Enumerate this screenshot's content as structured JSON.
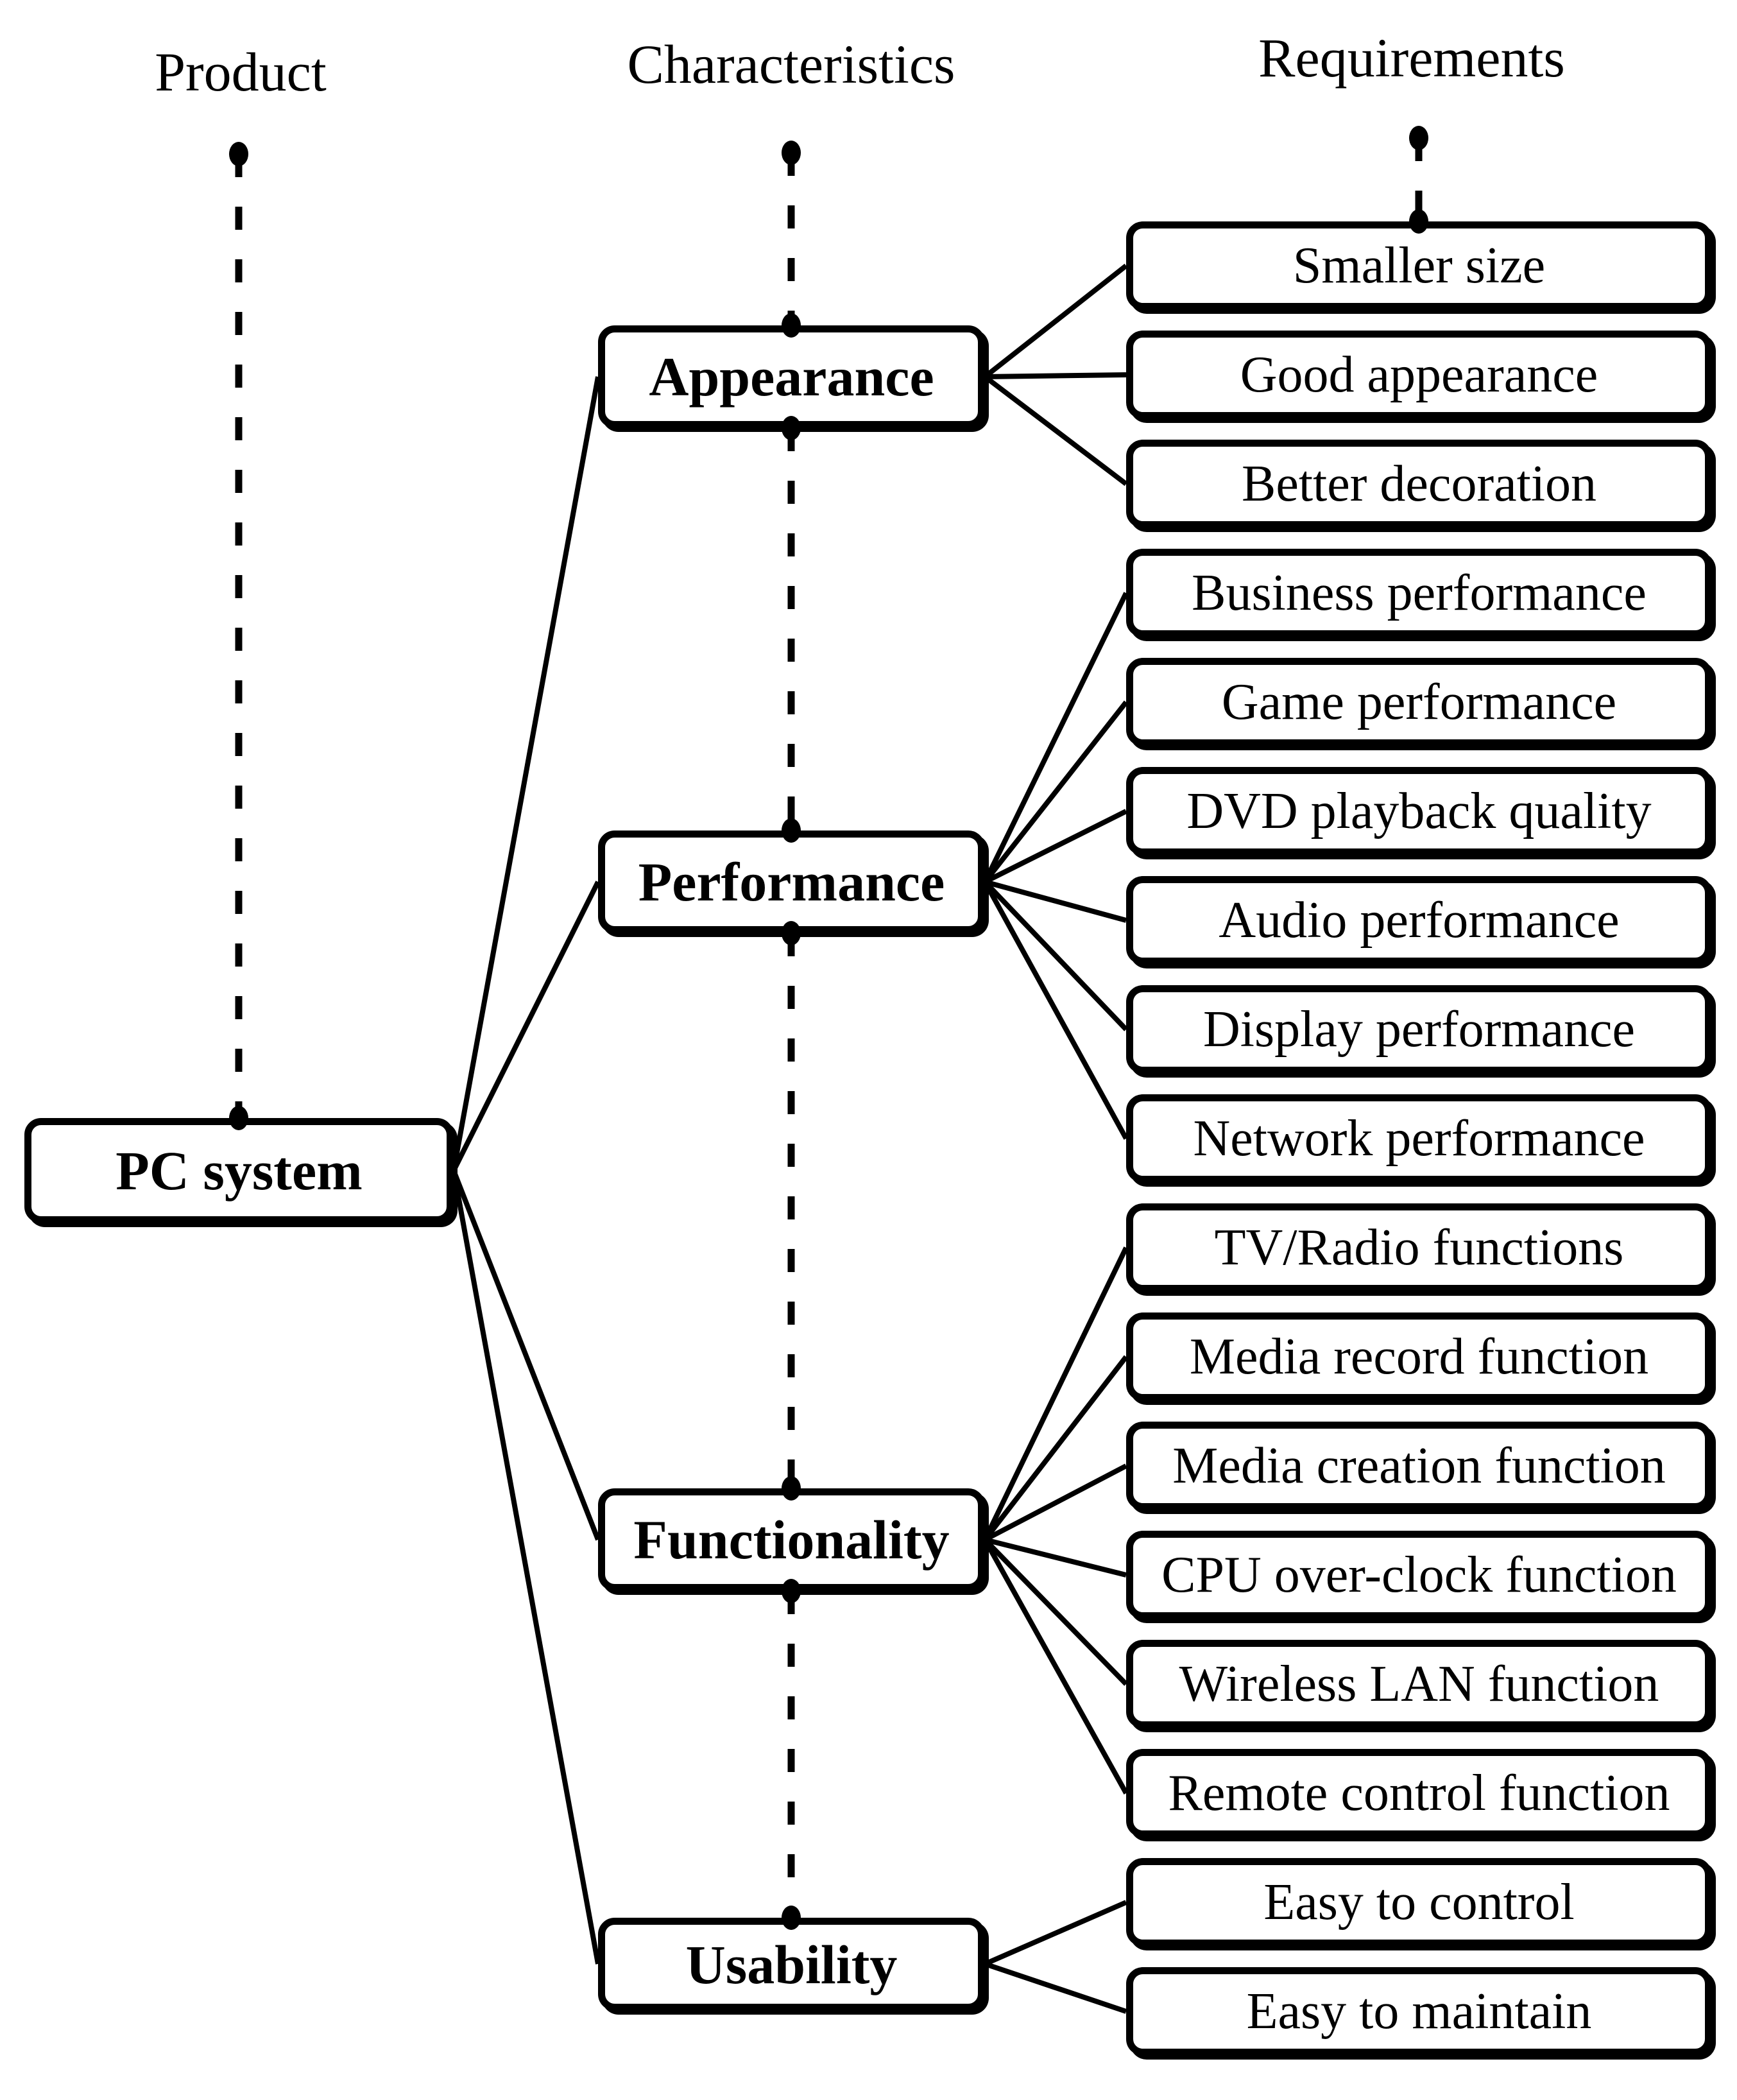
{
  "diagram": {
    "title_columns": [
      {
        "label": "Product"
      },
      {
        "label": "Characteristics"
      },
      {
        "label": "Requirements"
      }
    ],
    "root": {
      "label": "PC system"
    },
    "characteristics": [
      {
        "label": "Appearance",
        "requirements": [
          "Smaller size",
          "Good appearance",
          "Better decoration"
        ]
      },
      {
        "label": "Performance",
        "requirements": [
          "Business performance",
          "Game performance",
          "DVD playback quality",
          "Audio performance",
          "Display performance",
          "Network performance"
        ]
      },
      {
        "label": "Functionality",
        "requirements": [
          "TV/Radio functions",
          "Media record function",
          "Media creation function",
          "CPU over-clock function",
          "Wireless LAN function",
          "Remote control function"
        ]
      },
      {
        "label": "Usability",
        "requirements": [
          "Easy to control",
          "Easy to maintain"
        ]
      }
    ],
    "colors": {
      "ink": "#000000",
      "paper": "#ffffff"
    }
  }
}
